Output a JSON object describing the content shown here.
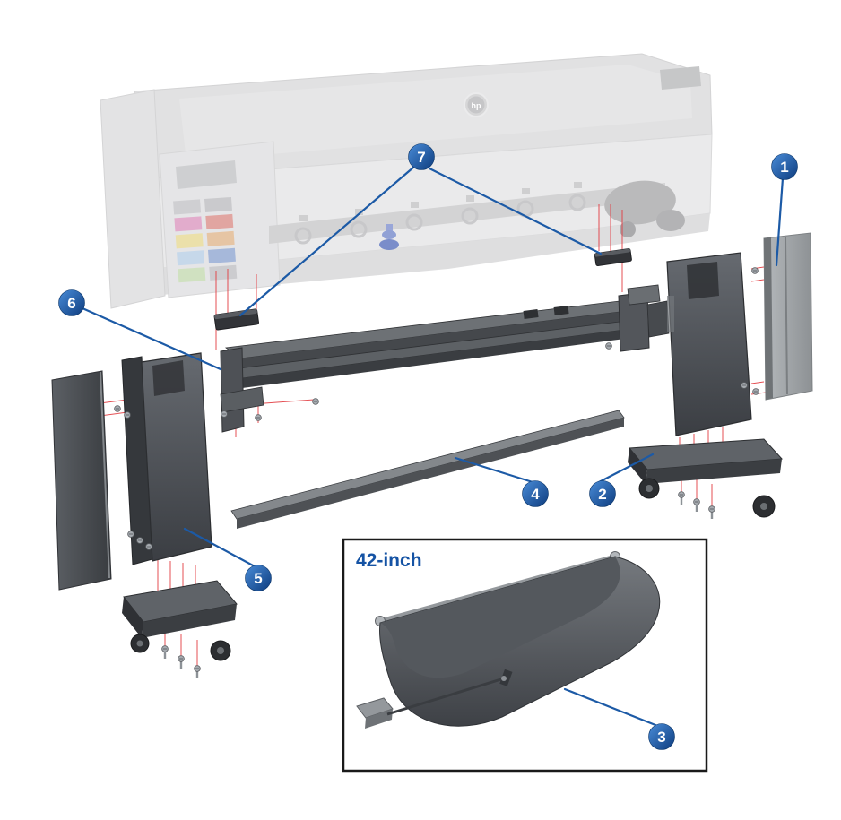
{
  "diagram": {
    "inset": {
      "label": "42-inch"
    },
    "printer": {
      "logo": "hp"
    },
    "callouts": [
      {
        "label": "1"
      },
      {
        "label": "2"
      },
      {
        "label": "3"
      },
      {
        "label": "4"
      },
      {
        "label": "5"
      },
      {
        "label": "6"
      },
      {
        "label": "7"
      }
    ],
    "colors": {
      "callout_fill": "#1c5aa6",
      "leader_line": "#1c5aa6",
      "alignment_line": "#e23c41",
      "inset_label": "#1553a4",
      "inset_border": "#1a1a1a",
      "part_dark": "#3d4045",
      "part_light": "#a7abaf"
    }
  }
}
